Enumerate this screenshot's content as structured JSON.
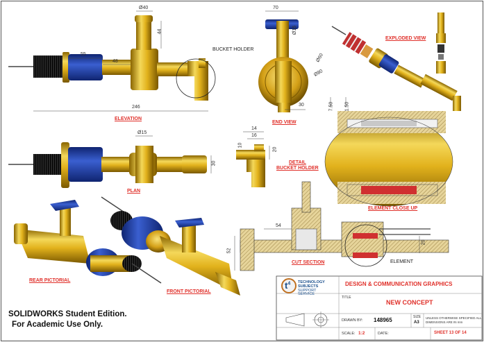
{
  "views": {
    "elevation": "ELEVATION",
    "end_view": "END VIEW",
    "exploded_view": "EXPLODED VIEW",
    "plan": "PLAN",
    "detail_bucket_holder_line1": "DETAIL",
    "detail_bucket_holder_line2": "BUCKET HOLDER",
    "element_close_up": "ELEMENT CLOSE UP",
    "cut_section": "CUT SECTION",
    "rear_pictorial": "REAR PICTORIAL",
    "front_pictorial": "FRONT PICTORIAL"
  },
  "callouts": {
    "bucket_holder": "BUCKET HOLDER",
    "element": "ELEMENT"
  },
  "dimensions": {
    "elev_dia40": "Ø40",
    "elev_44": "44",
    "elev_55": "55",
    "elev_48": "48",
    "elev_246": "246",
    "end_70": "70",
    "end_dia15": "Ø15",
    "end_dia60": "Ø60",
    "end_dia80": "Ø80",
    "end_30": "30",
    "plan_dia15": "Ø15",
    "plan_30": "30",
    "det_14": "14",
    "det_16": "16",
    "det_10": "10",
    "det_20": "20",
    "ecu_750": "7.50",
    "ecu_150": "1.50",
    "cut_54": "54",
    "cut_52": "52",
    "cut_20": "20"
  },
  "watermark": {
    "line1": "SOLIDWORKS Student Edition.",
    "line2": "For Academic Use Only."
  },
  "title_block": {
    "logo_mark": "t",
    "logo_super": "4",
    "org_line1": "TECHNOLOGY",
    "org_line2": "SUBJECTS",
    "org_line3": "SUPPORT",
    "org_line4": "SERVICE",
    "subject": "DESIGN & COMMUNICATION GRAPHICS",
    "title_label": "TITLE",
    "title_value": "NEW CONCEPT",
    "drawn_by_label": "DRAWN BY:",
    "drawn_by_value": "148965",
    "size_label": "SIZE",
    "size_value": "A3",
    "units_note_line1": "UNLESS OTHERWISE SPECIFIED ALL",
    "units_note_line2": "DIMENSIONS ARE IN mm",
    "scale_label": "SCALE:",
    "scale_value": "1:2",
    "date_label": "DATE:",
    "sheet": "SHEET 13 OF 14"
  },
  "colors": {
    "brass": "#d4a017",
    "brass_dark": "#8a6500",
    "brass_light": "#f4d85a",
    "blue": "#1f3f9c",
    "red_label": "#e0302a",
    "thread": "#1a1a1a",
    "hatch": "#d9c58a"
  }
}
